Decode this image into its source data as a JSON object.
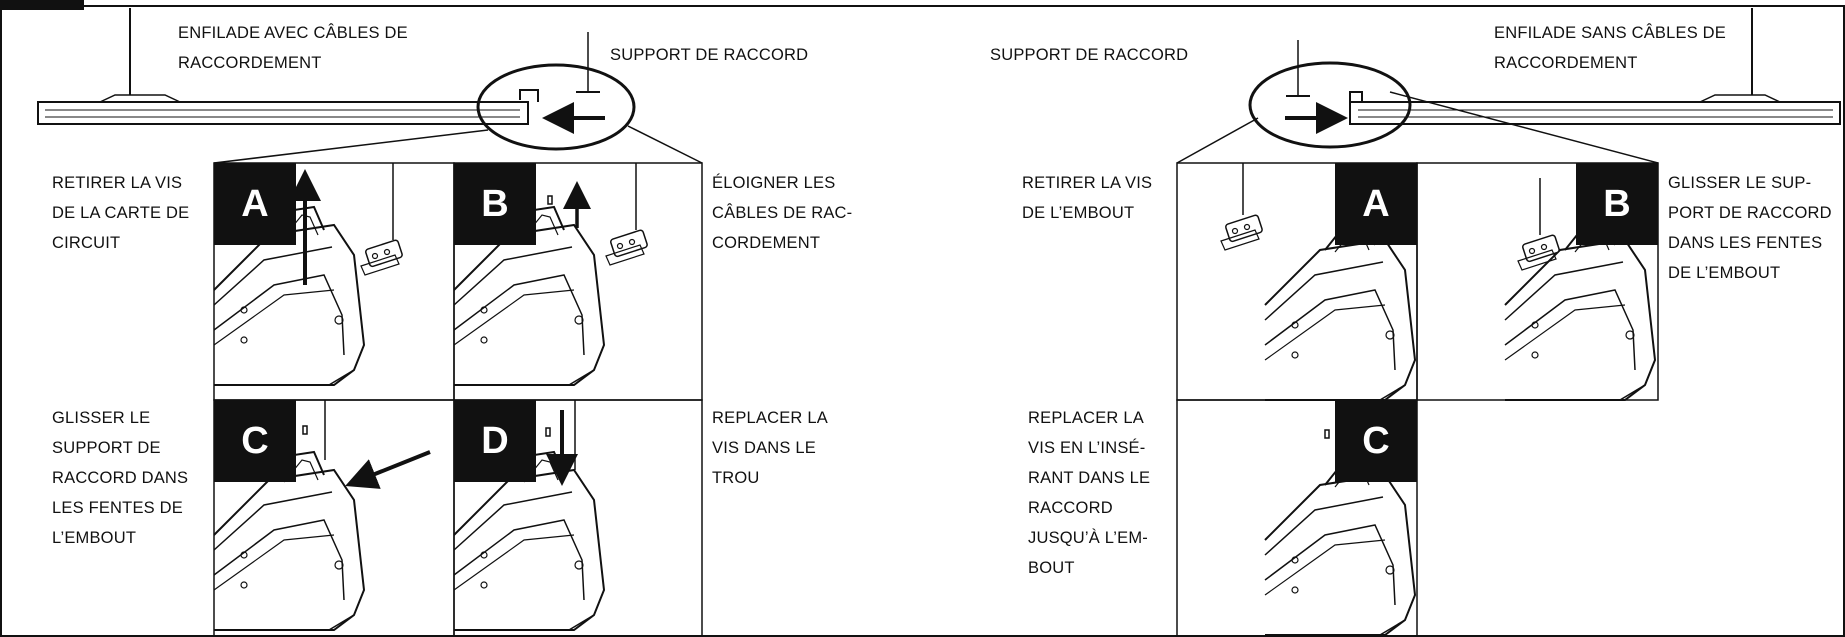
{
  "left": {
    "title_lines": [
      "ENFILADE AVEC CÂBLES DE",
      "RACCORDEMENT"
    ],
    "connector_label": "SUPPORT DE RACCORD",
    "steps": [
      {
        "letter": "A",
        "lines": [
          "RETIRER LA VIS",
          "DE LA CARTE DE",
          "CIRCUIT"
        ]
      },
      {
        "letter": "B",
        "lines": [
          "ÉLOIGNER LES",
          "CÂBLES DE RAC-",
          "CORDEMENT"
        ]
      },
      {
        "letter": "C",
        "lines": [
          "GLISSER LE",
          "SUPPORT DE",
          "RACCORD DANS",
          "LES FENTES DE",
          "L’EMBOUT"
        ]
      },
      {
        "letter": "D",
        "lines": [
          "REPLACER LA",
          "VIS DANS LE",
          "TROU"
        ]
      }
    ]
  },
  "right": {
    "title_lines": [
      "ENFILADE SANS CÂBLES DE",
      "RACCORDEMENT"
    ],
    "connector_label": "SUPPORT DE RACCORD",
    "steps": [
      {
        "letter": "A",
        "lines": [
          "RETIRER LA VIS",
          "DE L’EMBOUT"
        ]
      },
      {
        "letter": "B",
        "lines": [
          "GLISSER LE SUP-",
          "PORT DE RACCORD",
          "DANS LES FENTES",
          "DE L’EMBOUT"
        ]
      },
      {
        "letter": "C",
        "lines": [
          "REPLACER LA",
          "VIS EN L’INSÉ-",
          "RANT DANS LE",
          "RACCORD",
          "JUSQU’À L’EM-",
          "BOUT"
        ]
      }
    ]
  }
}
